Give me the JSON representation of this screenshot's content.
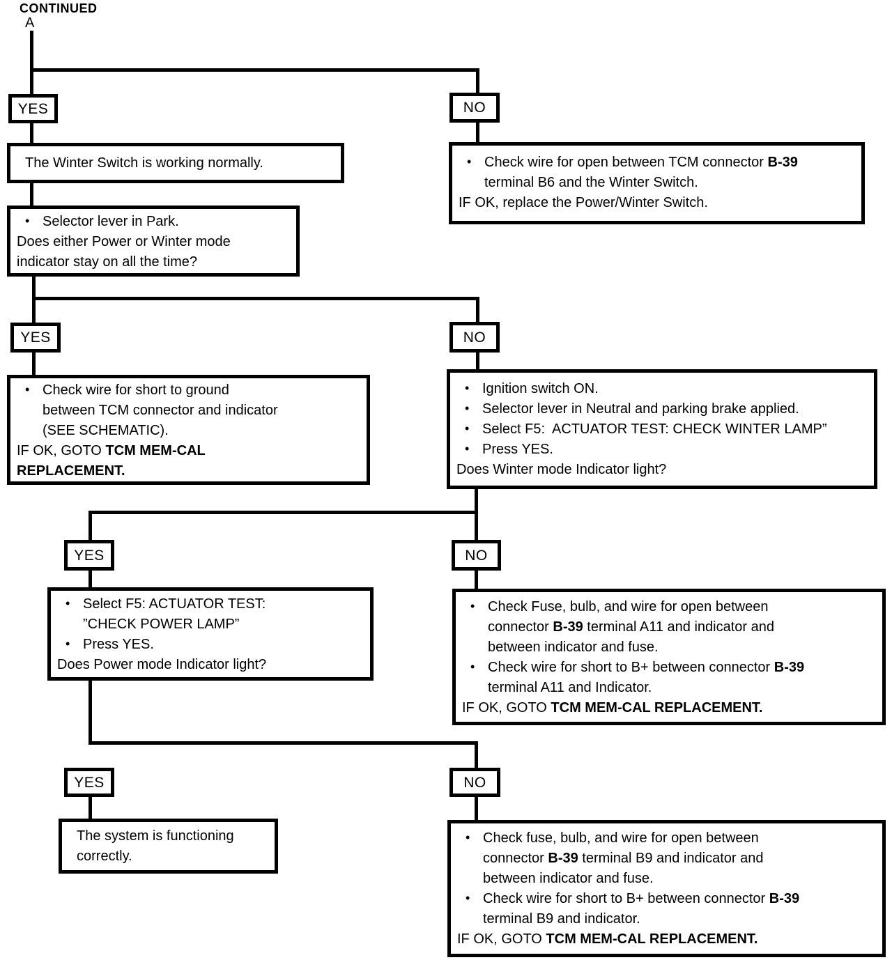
{
  "glyphs": {
    "bullet": "•"
  },
  "header": {
    "continued": "CONTINUED",
    "connector": "A"
  },
  "branch_labels": {
    "yes": "YES",
    "no": "NO"
  },
  "colors": {
    "ink": "#000000",
    "paper": "#ffffff"
  },
  "boxes": {
    "winter_switch_normal": {
      "lines": [
        {
          "k": "plain",
          "s": [
            {
              "t": "The Winter Switch is working normally."
            }
          ]
        }
      ]
    },
    "check_wire_open_b6": {
      "lines": [
        {
          "k": "bullet",
          "s": [
            {
              "t": "Check wire for open between TCM connector "
            },
            {
              "t": "B-39",
              "em": true
            }
          ]
        },
        {
          "k": "cont",
          "s": [
            {
              "t": "terminal B6 and the Winter Switch."
            }
          ]
        },
        {
          "k": "plain",
          "s": [
            {
              "t": "IF OK, replace the Power/Winter Switch."
            }
          ]
        }
      ]
    },
    "selector_lever_park": {
      "lines": [
        {
          "k": "bullet",
          "s": [
            {
              "t": "Selector lever in Park."
            }
          ]
        },
        {
          "k": "plain",
          "s": [
            {
              "t": "Does either Power or Winter mode"
            }
          ]
        },
        {
          "k": "plain",
          "s": [
            {
              "t": "indicator stay on all the time?"
            }
          ]
        }
      ]
    },
    "check_short_ground": {
      "lines": [
        {
          "k": "bullet",
          "s": [
            {
              "t": "Check wire for short to ground"
            }
          ]
        },
        {
          "k": "cont",
          "s": [
            {
              "t": "between TCM connector and indicator"
            }
          ]
        },
        {
          "k": "cont",
          "s": [
            {
              "t": "(SEE SCHEMATIC)."
            }
          ]
        },
        {
          "k": "plain",
          "s": [
            {
              "t": "IF OK, GOTO "
            },
            {
              "t": "TCM MEM-CAL",
              "em": true
            }
          ]
        },
        {
          "k": "plain",
          "s": [
            {
              "t": "REPLACEMENT.",
              "em": true
            }
          ]
        }
      ]
    },
    "check_winter_lamp": {
      "lines": [
        {
          "k": "bullet",
          "s": [
            {
              "t": "Ignition switch ON."
            }
          ]
        },
        {
          "k": "bullet",
          "s": [
            {
              "t": "Selector lever in Neutral and parking brake applied."
            }
          ]
        },
        {
          "k": "bullet",
          "s": [
            {
              "t": "Select F5:  ACTUATOR TEST: CHECK WINTER LAMP”"
            }
          ]
        },
        {
          "k": "bullet",
          "s": [
            {
              "t": "Press YES."
            }
          ]
        },
        {
          "k": "plain",
          "s": [
            {
              "t": "Does Winter mode Indicator light?"
            }
          ]
        }
      ]
    },
    "check_power_lamp": {
      "lines": [
        {
          "k": "bullet",
          "s": [
            {
              "t": "Select F5: ACTUATOR TEST:"
            }
          ]
        },
        {
          "k": "cont",
          "s": [
            {
              "t": "”CHECK POWER LAMP”"
            }
          ]
        },
        {
          "k": "bullet",
          "s": [
            {
              "t": "Press YES."
            }
          ]
        },
        {
          "k": "plain",
          "s": [
            {
              "t": "Does Power mode Indicator light?"
            }
          ]
        }
      ]
    },
    "check_fuse_a11": {
      "lines": [
        {
          "k": "bullet",
          "s": [
            {
              "t": "Check Fuse, bulb, and wire for open between"
            }
          ]
        },
        {
          "k": "cont",
          "s": [
            {
              "t": "connector "
            },
            {
              "t": "B-39",
              "em": true
            },
            {
              "t": " terminal A11 and indicator and"
            }
          ]
        },
        {
          "k": "cont",
          "s": [
            {
              "t": "between indicator and fuse."
            }
          ]
        },
        {
          "k": "bullet",
          "s": [
            {
              "t": "Check wire for short to B+ between connector "
            },
            {
              "t": "B-39",
              "em": true
            }
          ]
        },
        {
          "k": "cont",
          "s": [
            {
              "t": "terminal A11 and Indicator."
            }
          ]
        },
        {
          "k": "plain",
          "s": [
            {
              "t": "IF OK, GOTO "
            },
            {
              "t": "TCM MEM-CAL REPLACEMENT.",
              "em": true
            }
          ]
        }
      ]
    },
    "system_ok": {
      "lines": [
        {
          "k": "plain",
          "s": [
            {
              "t": "The system is functioning"
            }
          ]
        },
        {
          "k": "plain",
          "s": [
            {
              "t": "correctly."
            }
          ]
        }
      ]
    },
    "check_fuse_b9": {
      "lines": [
        {
          "k": "bullet",
          "s": [
            {
              "t": "Check fuse, bulb, and wire for open between"
            }
          ]
        },
        {
          "k": "cont",
          "s": [
            {
              "t": "connector "
            },
            {
              "t": "B-39",
              "em": true
            },
            {
              "t": " terminal B9 and indicator and"
            }
          ]
        },
        {
          "k": "cont",
          "s": [
            {
              "t": "between indicator and fuse."
            }
          ]
        },
        {
          "k": "bullet",
          "s": [
            {
              "t": "Check wire for short to B+ between connector "
            },
            {
              "t": "B-39",
              "em": true
            }
          ]
        },
        {
          "k": "cont",
          "s": [
            {
              "t": "terminal B9 and indicator."
            }
          ]
        },
        {
          "k": "plain",
          "s": [
            {
              "t": "IF OK, GOTO "
            },
            {
              "t": "TCM MEM-CAL REPLACEMENT.",
              "em": true
            }
          ]
        }
      ]
    }
  }
}
